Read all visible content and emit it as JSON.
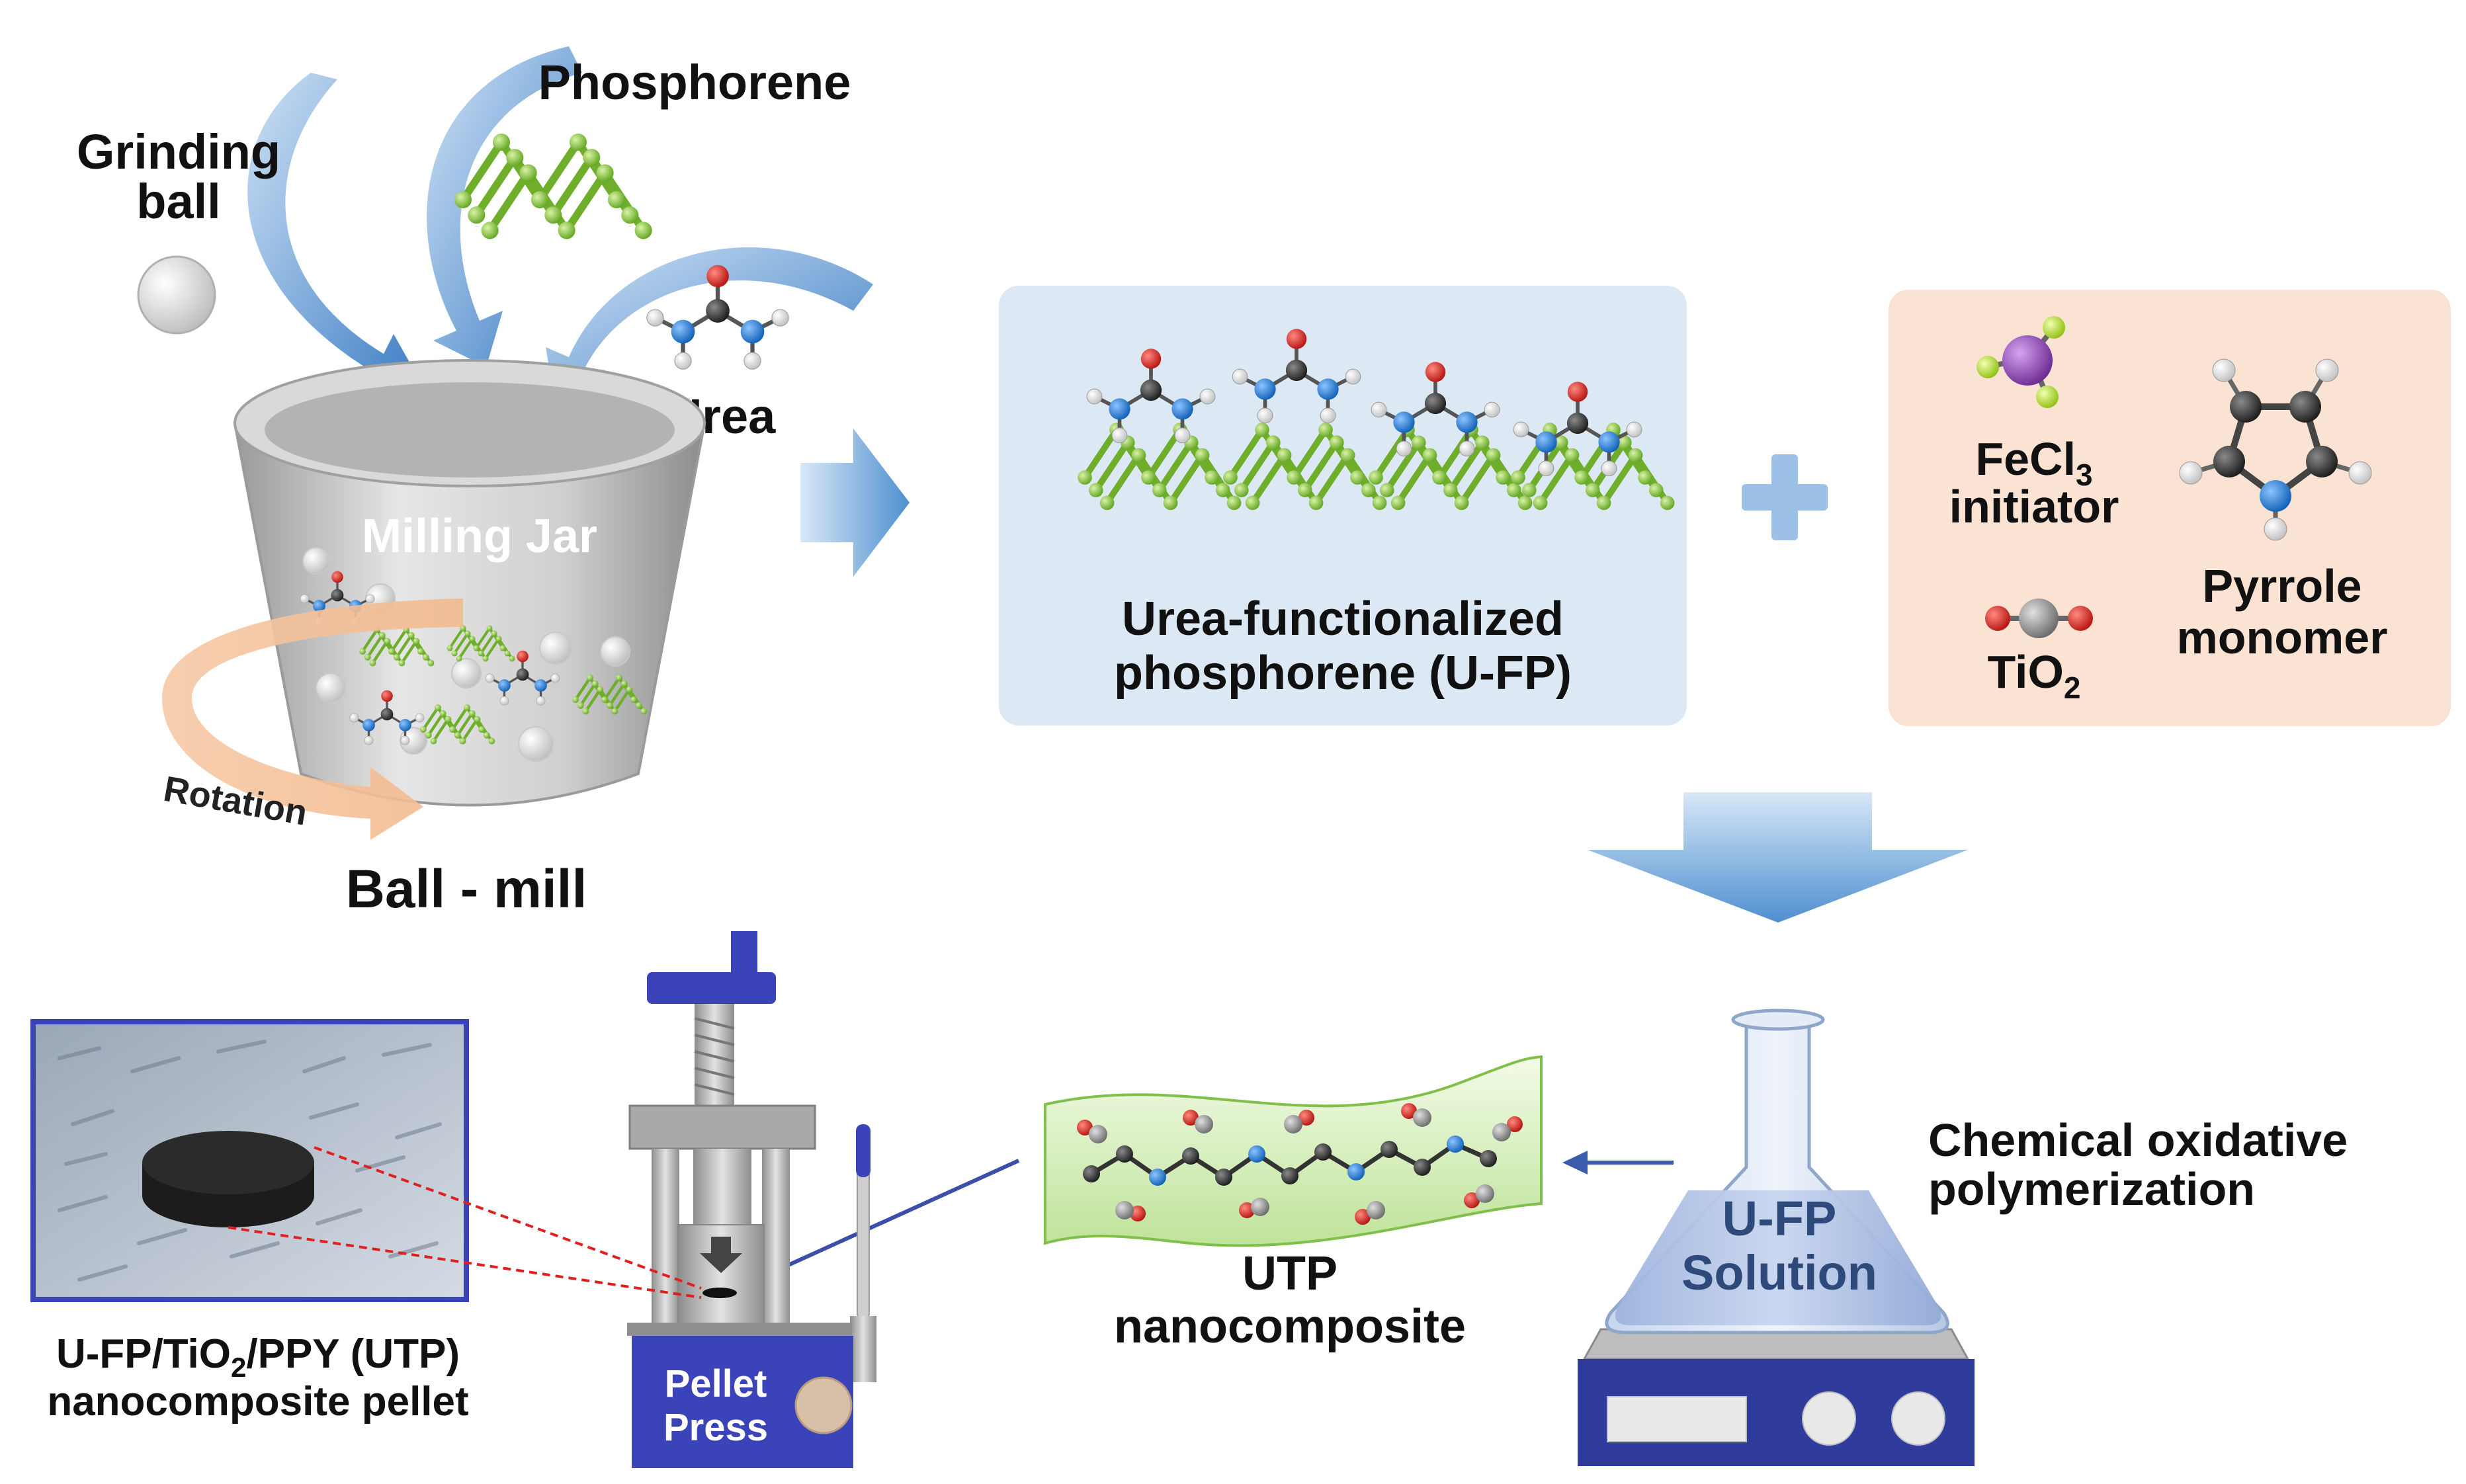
{
  "labels": {
    "grinding_ball_line1": "Grinding",
    "grinding_ball_line2": "ball",
    "phosphorene": "Phosphorene",
    "urea": "Urea",
    "milling_jar": "Milling Jar",
    "rotation": "Rotation",
    "ball_mill": "Ball - mill",
    "ufp_line1": "Urea-functionalized",
    "ufp_line2": "phosphorene (U-FP)",
    "fecl3_main": "FeCl",
    "fecl3_sub": "3",
    "initiator": "initiator",
    "pyrrole_line1": "Pyrrole",
    "pyrrole_line2": "monomer",
    "tio2_main": "TiO",
    "tio2_sub": "2",
    "chem_ox_line1": "Chemical oxidative",
    "chem_ox_line2": "polymerization",
    "ufp_solution_line1": "U-FP",
    "ufp_solution_line2": "Solution",
    "utp_line1": "UTP",
    "utp_line2": "nanocomposite",
    "pellet_press_line1": "Pellet",
    "pellet_press_line2": "Press",
    "pellet_label_a": "U-FP/TiO",
    "pellet_label_sub": "2",
    "pellet_label_b": "/PPY  (UTP)",
    "pellet_label_line2": "nanocomposite  pellet"
  },
  "colors": {
    "phosphorus_green": "#8cc63f",
    "nitrogen_blue": "#1f78d1",
    "oxygen_red": "#e0201b",
    "carbon_dark": "#333333",
    "hydrogen_white": "#ffffff",
    "iron_purple": "#8e44ad",
    "chlorine_yellow": "#b5e61d",
    "titanium_gray": "#8c8c8c",
    "ufp_panel_bg": "#dce9f5",
    "reagent_panel_bg": "#fbe3d3",
    "arrow_blue": "#4f8fd0",
    "solution_text": "#2e4a7a",
    "press_blue": "#3b43b8",
    "stirrer_blue": "#303c9c"
  }
}
